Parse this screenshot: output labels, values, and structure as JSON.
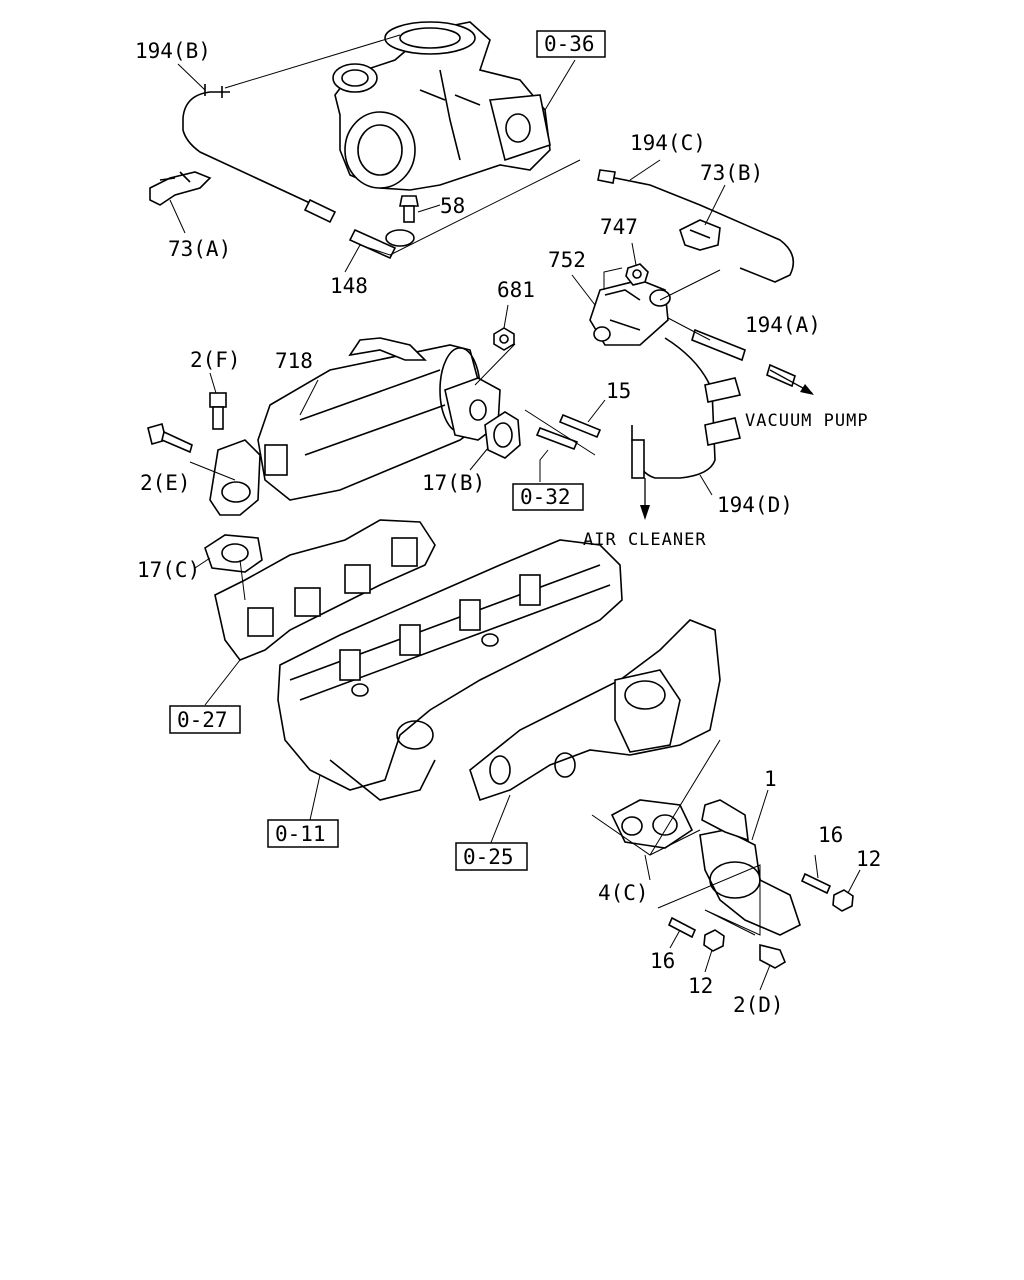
{
  "callouts": {
    "p194b": "194(B)",
    "p036": "0-36",
    "p194c": "194(C)",
    "p73b": "73(B)",
    "p58": "58",
    "p73a": "73(A)",
    "p148": "148",
    "p747": "747",
    "p752": "752",
    "p681": "681",
    "p194a": "194(A)",
    "p2f": "2(F)",
    "p718": "718",
    "p15": "15",
    "p2e": "2(E)",
    "p17b": "17(B)",
    "p032": "0-32",
    "p194d": "194(D)",
    "p17c": "17(C)",
    "p027": "0-27",
    "p011": "0-11",
    "p025": "0-25",
    "p1": "1",
    "p16a": "16",
    "p12a": "12",
    "p4c": "4(C)",
    "p16b": "16",
    "p12b": "12",
    "p2d": "2(D)"
  },
  "annotations": {
    "vacuum_pump": "VACUUM PUMP",
    "air_cleaner": "AIR CLEANER"
  }
}
